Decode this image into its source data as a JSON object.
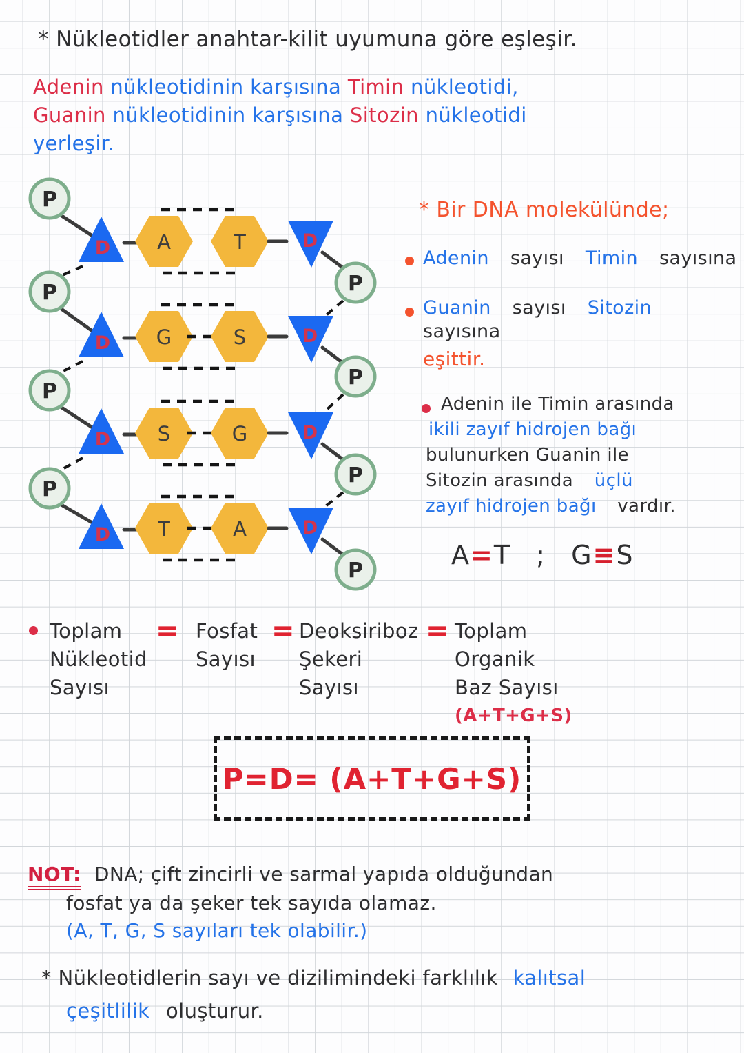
{
  "intro": {
    "title": "* Nükleotidler anahtar-kilit uyumuna göre eşleşir.",
    "pairing": {
      "adenin": "Adenin",
      "mid1": "nükleotidinin karşısına",
      "timin": "Timin",
      "tail1": "nükleotidi,",
      "guanin": "Guanin",
      "mid2": "nükleotidinin karşısına",
      "sitozin": "Sitozin",
      "tail2": "nükleotidi",
      "line3": "yerleşir."
    }
  },
  "diagram": {
    "phosphate": "P",
    "deoxyribose": "D",
    "rows": [
      {
        "left_base": "A",
        "right_base": "T",
        "hydrogen_bonds": 2
      },
      {
        "left_base": "G",
        "right_base": "S",
        "hydrogen_bonds": 3
      },
      {
        "left_base": "S",
        "right_base": "G",
        "hydrogen_bonds": 3
      },
      {
        "left_base": "T",
        "right_base": "A",
        "hydrogen_bonds": 3
      }
    ],
    "colors": {
      "phosphate_fill": "#eaf1ea",
      "phosphate_border": "#7eae8c",
      "sugar_triangle": "#1b69f1",
      "sugar_letter": "#d2344e",
      "base_hexagon": "#f3b73c"
    }
  },
  "right_col": {
    "header": "* Bir DNA molekülünde;",
    "bullet1": {
      "adenin": "Adenin",
      "sayisi": "sayısı",
      "timin": "Timin",
      "sayisina": "sayısına"
    },
    "bullet2": {
      "guanin": "Guanin",
      "sayisi": "sayısı",
      "sitozin": "Sitozin",
      "sayisina": "sayısına"
    },
    "esittir": "eşittir.",
    "bullet3": {
      "l1": "Adenin ile Timin arasında",
      "l2": "ikili zayıf hidrojen bağı",
      "l3": "bulunurken Guanin ile",
      "l4a": "Sitozin arasında",
      "l4b": "üçlü",
      "l5a": "zayıf hidrojen bağı",
      "l5b": "vardır."
    },
    "bond_formula": {
      "a": "A",
      "eq_double": "=",
      "t": "T",
      "semicolon": ";",
      "g": "G",
      "eq_triple": "≡",
      "s": "S"
    }
  },
  "equality": {
    "eq": "=",
    "col1": [
      "Toplam",
      "Nükleotid",
      "Sayısı"
    ],
    "col2": [
      "Fosfat",
      "Sayısı"
    ],
    "col3": [
      "Deoksiriboz",
      "Şekeri",
      "Sayısı"
    ],
    "col4": [
      "Toplam",
      "Organik",
      "Baz Sayısı"
    ],
    "col4_red": "(A+T+G+S)"
  },
  "boxed_formula": {
    "text": "P=D= (A+T+G+S)"
  },
  "note": {
    "label": "NOT:",
    "l1": "DNA; çift zincirli ve sarmal yapıda olduğundan",
    "l2": "fosfat ya da şeker tek sayıda olamaz.",
    "l3": "(A, T, G, S sayıları tek olabilir.)"
  },
  "footer": {
    "l1_black": "* Nükleotidlerin sayı ve dizilimindeki farklılık",
    "l1_blue": "kalıtsal",
    "l2_blue": "çeşitlilik",
    "l2_black": "oluşturur."
  },
  "palette": {
    "ink_black": "#2e2e30",
    "ink_blue": "#2573e8",
    "ink_red": "#dc2e48",
    "ink_orange": "#f4532e",
    "formula_red": "#e02331",
    "grid_line": "#d2d6da",
    "paper": "#fdfdfe"
  }
}
